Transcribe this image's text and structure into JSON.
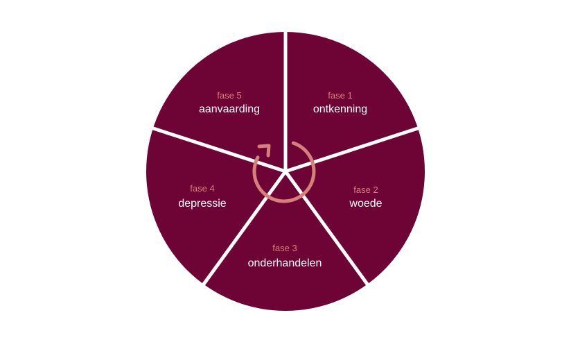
{
  "colors": {
    "background": "#ffffff",
    "wheel": "#6e0436",
    "divider": "#ffffff",
    "accent": "#d6807a",
    "label": "#ffffff"
  },
  "center_icon": "circular-arrow-icon",
  "phases": [
    {
      "number_label": "fase 1",
      "name": "ontkenning"
    },
    {
      "number_label": "fase 2",
      "name": "woede"
    },
    {
      "number_label": "fase 3",
      "name": "onderhandelen"
    },
    {
      "number_label": "fase 4",
      "name": "depressie"
    },
    {
      "number_label": "fase 5",
      "name": "aanvaarding"
    }
  ]
}
